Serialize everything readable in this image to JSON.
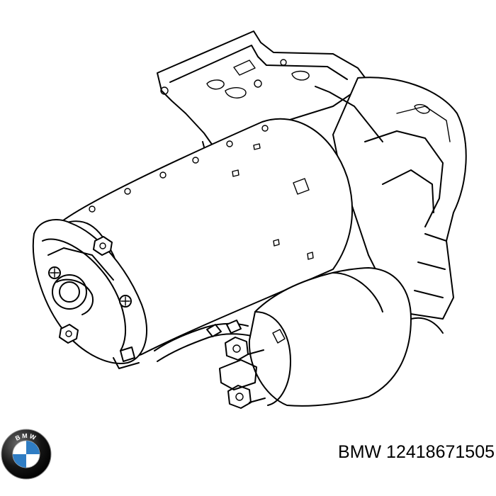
{
  "colors": {
    "line": "#000000",
    "background": "#ffffff",
    "logo_blue": "#2f7dc4",
    "logo_ring": "#111111"
  },
  "logo": {
    "icon": "bmw-roundel-icon",
    "lettering": "BMW"
  },
  "caption": {
    "brand": "BMW",
    "part_number": "12418671505",
    "full": "BMW 12418671505"
  }
}
